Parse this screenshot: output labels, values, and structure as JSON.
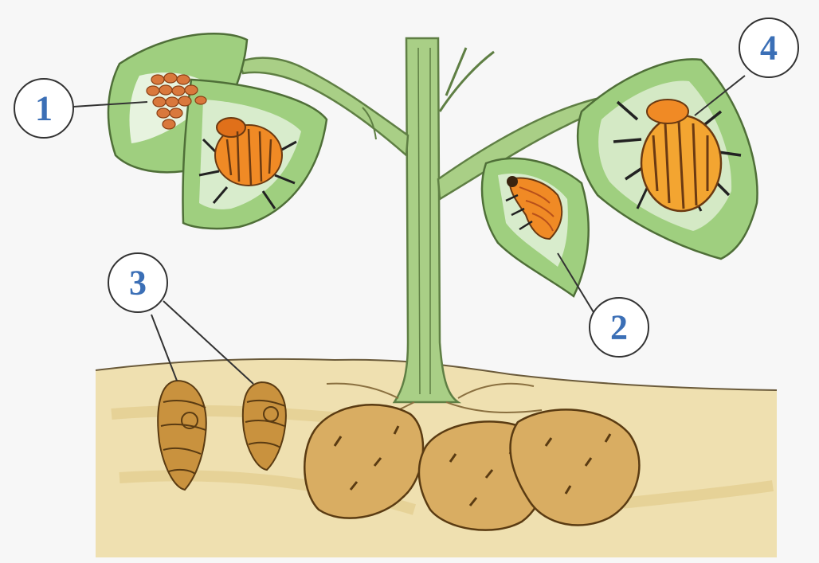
{
  "colors": {
    "background": "#f7f7f7",
    "leaf": "#9fcf7f",
    "leaf_dark": "#6fa95a",
    "stem": "#a9cf86",
    "stem_line": "#5f7f44",
    "soil": "#e9d29a",
    "soil_dark": "#d8b56e",
    "tuber": "#d9ad62",
    "tuber_spot": "#c08a45",
    "beetle": "#f08a25",
    "beetle_stripe": "#6b3a12",
    "egg": "#d9783c",
    "pupa": "#c9923e",
    "label_text": "#3b6fb6",
    "label_stroke": "#333333"
  },
  "labels": {
    "eggs": "1",
    "larva": "2",
    "pupae": "3",
    "adult": "4"
  },
  "icons": {
    "egg_cluster": "egg-cluster-icon",
    "larva": "larva-icon",
    "pupa": "pupa-icon",
    "beetle": "beetle-icon",
    "potato_plant": "potato-plant-icon",
    "tuber": "potato-tuber-icon"
  }
}
